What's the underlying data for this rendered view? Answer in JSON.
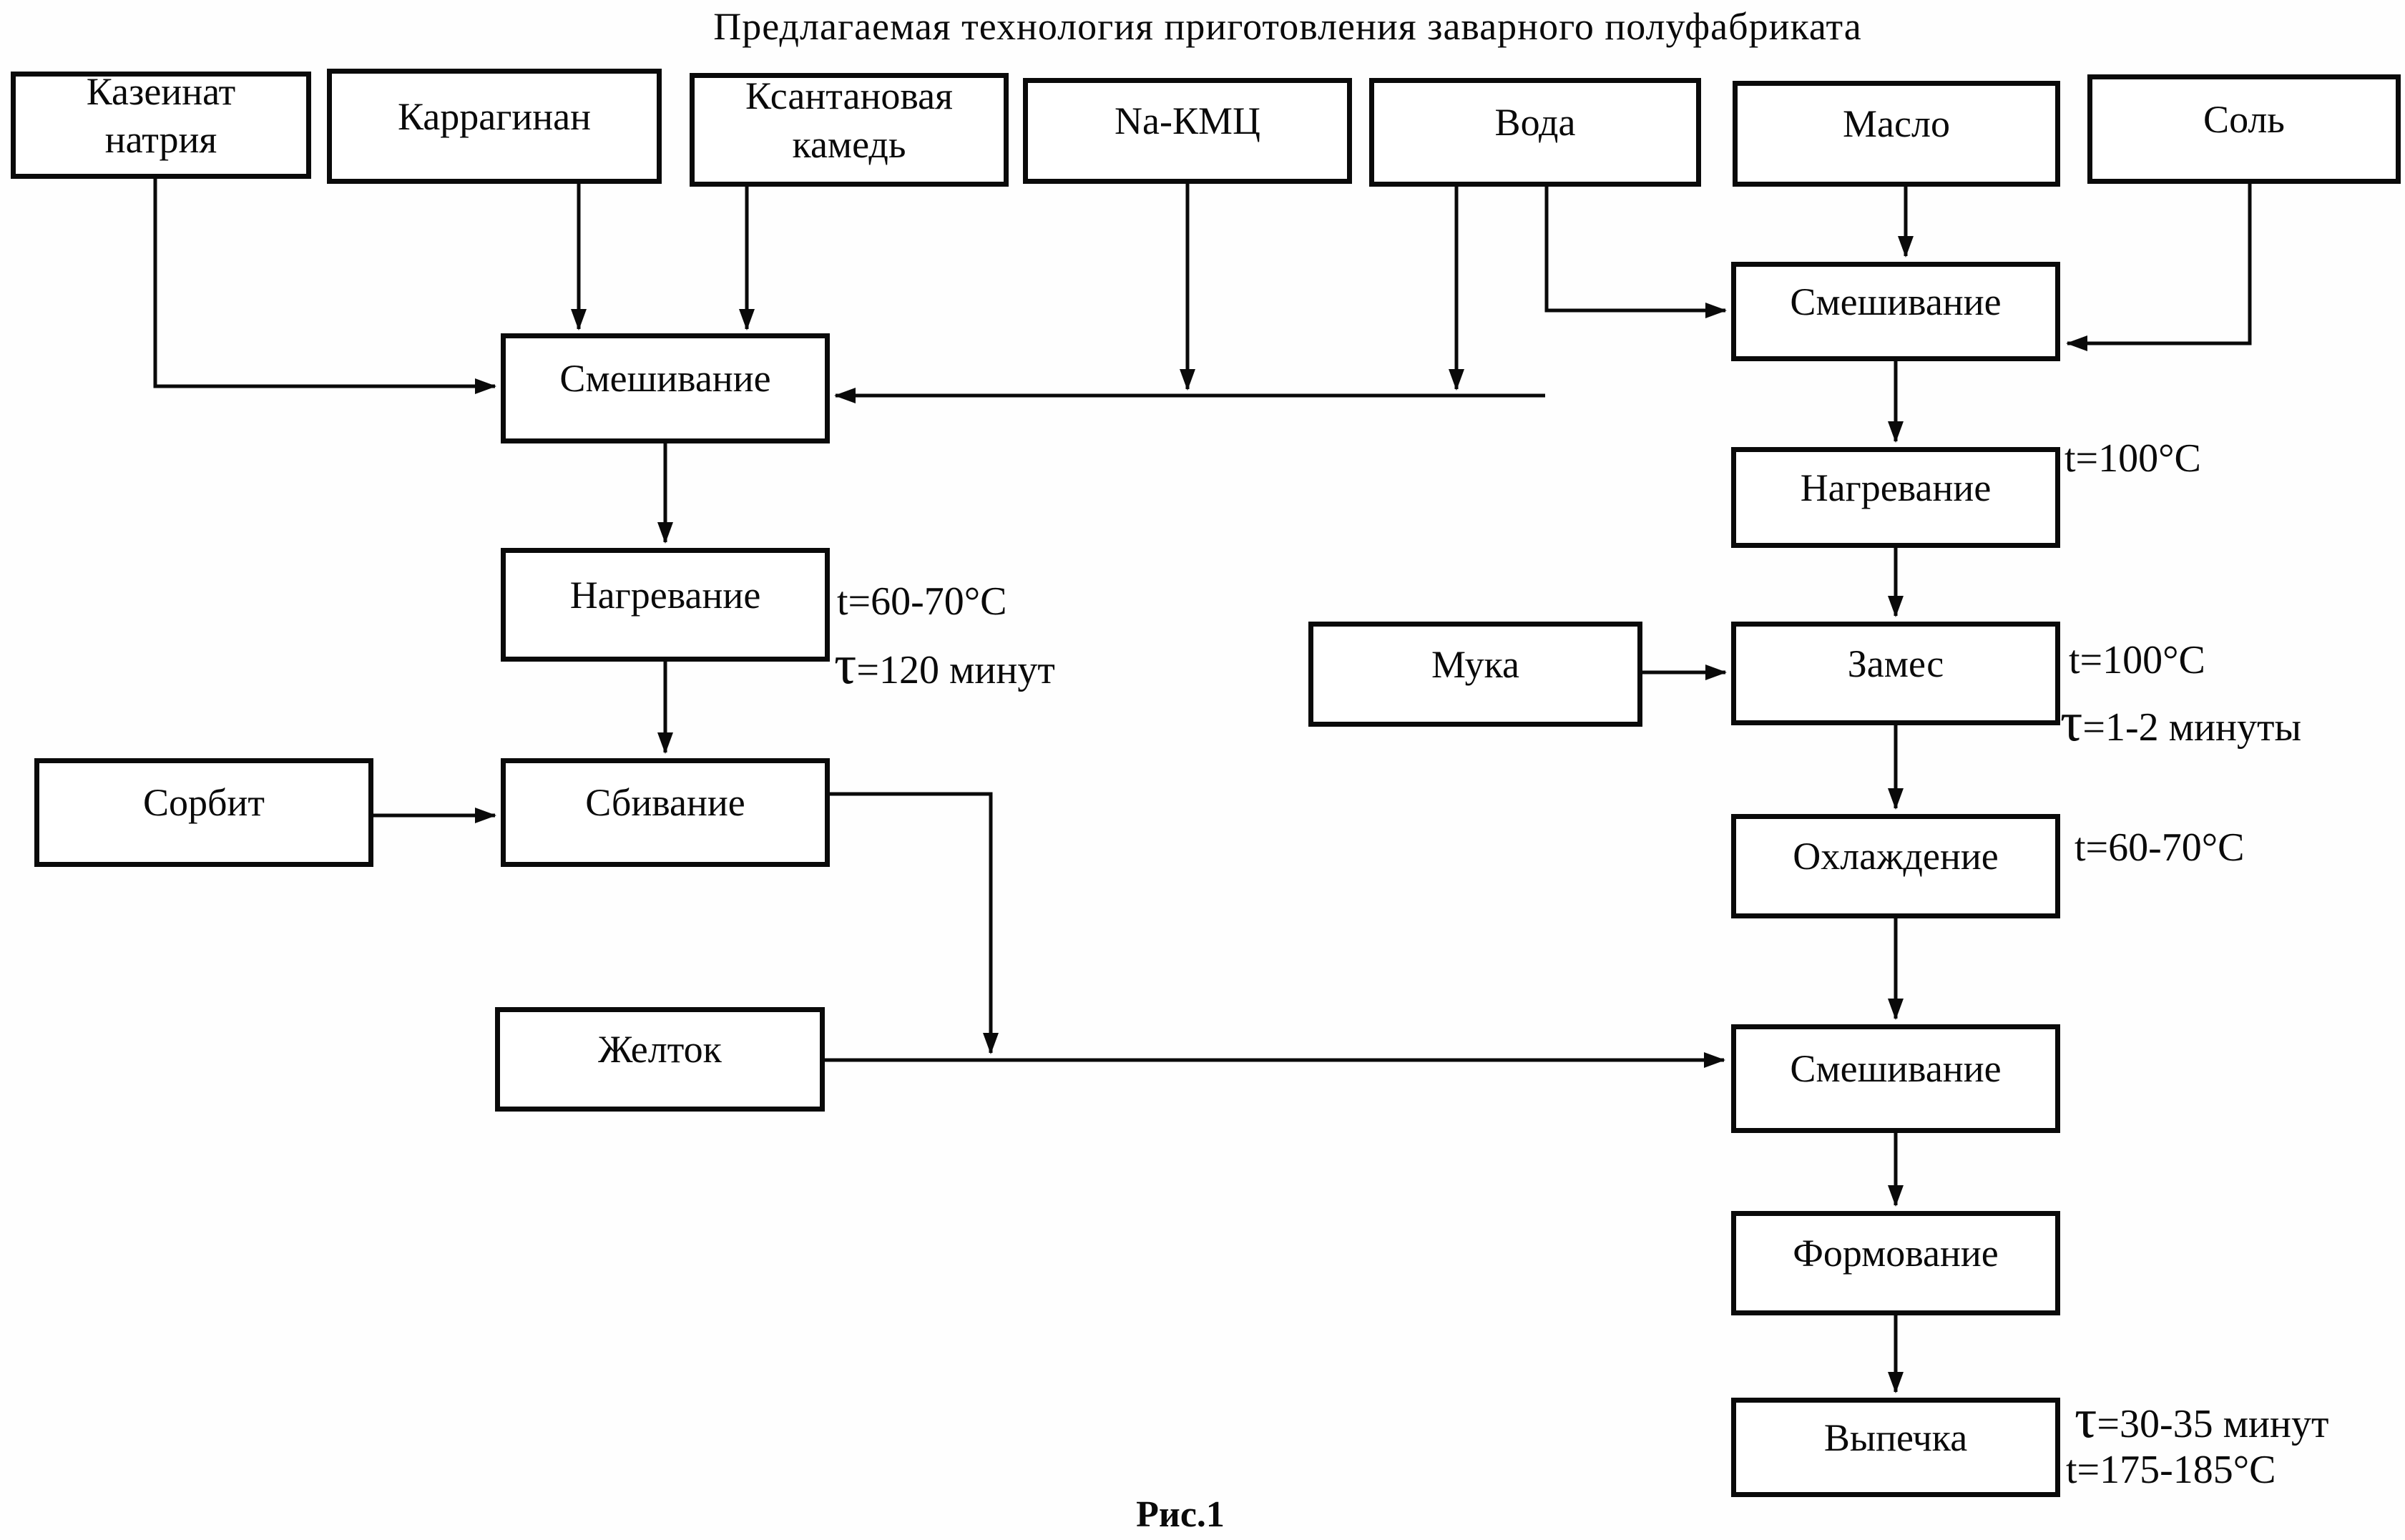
{
  "title": "Предлагаемая технология приготовления заварного полуфабриката",
  "caption": "Рис.1",
  "nodes": [
    {
      "id": "kazeinat",
      "label": "Казеинат\nнатрия"
    },
    {
      "id": "karraginan",
      "label": "Каррагинан"
    },
    {
      "id": "ksantan",
      "label": "Ксантановая\nкамедь"
    },
    {
      "id": "nakmc",
      "label": "Na-КМЦ"
    },
    {
      "id": "voda",
      "label": "Вода"
    },
    {
      "id": "maslo",
      "label": "Масло"
    },
    {
      "id": "sol",
      "label": "Соль"
    },
    {
      "id": "smeshivanie1",
      "label": "Смешивание"
    },
    {
      "id": "nagrevanie1",
      "label": "Нагревание"
    },
    {
      "id": "sorbit",
      "label": "Сорбит"
    },
    {
      "id": "sbivanie",
      "label": "Сбивание"
    },
    {
      "id": "zheltok",
      "label": "Желток"
    },
    {
      "id": "smeshivanie2",
      "label": "Смешивание"
    },
    {
      "id": "nagrevanie2",
      "label": "Нагревание"
    },
    {
      "id": "muka",
      "label": "Мука"
    },
    {
      "id": "zames",
      "label": "Замес"
    },
    {
      "id": "ohlazhdenie",
      "label": "Охлаждение"
    },
    {
      "id": "smeshivanie3",
      "label": "Смешивание"
    },
    {
      "id": "formovanie",
      "label": "Формование"
    },
    {
      "id": "vypechka",
      "label": "Выпечка"
    }
  ],
  "annotations": [
    {
      "id": "nagrevanie1-temp",
      "text": "t=60-70°C"
    },
    {
      "id": "nagrevanie1-time",
      "text": "τ=120 минут"
    },
    {
      "id": "nagrevanie2-temp",
      "text": "t=100°C"
    },
    {
      "id": "zames-temp",
      "text": "t=100°C"
    },
    {
      "id": "zames-time",
      "text": "τ=1-2 минуты"
    },
    {
      "id": "ohlazhdenie-temp",
      "text": "t=60-70°C"
    },
    {
      "id": "vypechka-time",
      "text": "τ=30-35 минут"
    },
    {
      "id": "vypechka-temp",
      "text": "t=175-185°C"
    }
  ]
}
